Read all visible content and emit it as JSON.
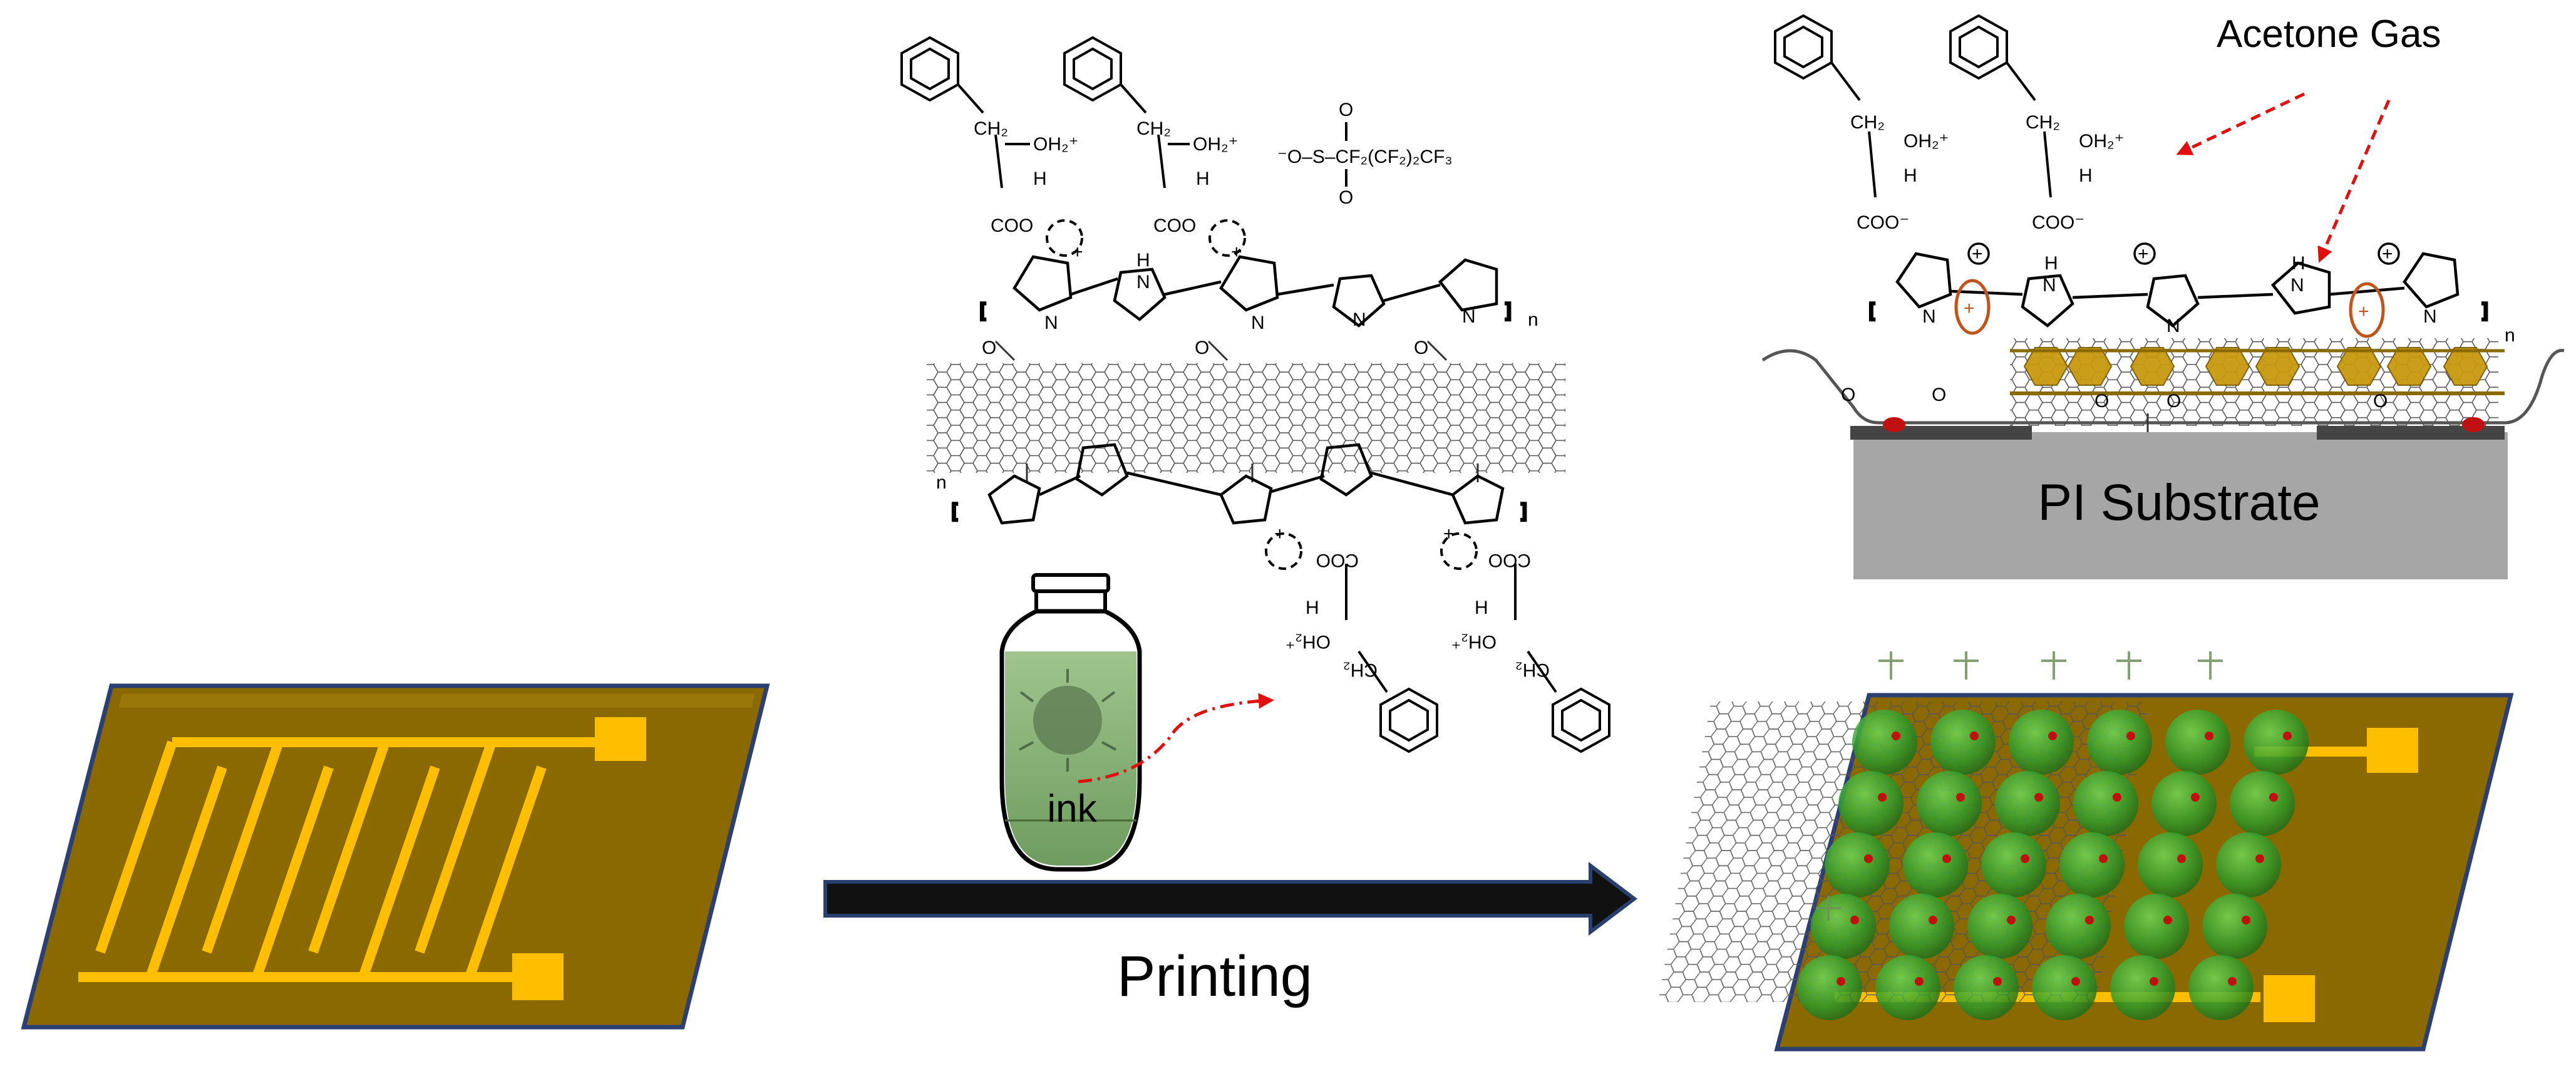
{
  "labels": {
    "gas": "Acetone Gas",
    "substrate": "PI Substrate",
    "ink": "ink",
    "process": "Printing"
  },
  "chem": {
    "anion": "⁻O–S–CF₂(CF₂)₂CF₃",
    "ch2": "CH₂",
    "oh2": "OH₂⁺",
    "h": "H",
    "coo": "COO",
    "coo_minus": "COO⁻",
    "nh": "H",
    "n": "N",
    "o": "O",
    "n_sub": "n",
    "plus": "+",
    "minus": "–"
  },
  "colors": {
    "board": "#8a6a00",
    "board_edge": "#2b3f73",
    "electrode": "#ffbf00",
    "substrate": "#a6a6a6",
    "hex_fill": "#c8980e",
    "arrow_body": "#111111",
    "arrow_edge": "#27406e",
    "accent_red": "#e01010",
    "accent_orange": "#c0541a",
    "ink_green": "#7aa36a"
  }
}
